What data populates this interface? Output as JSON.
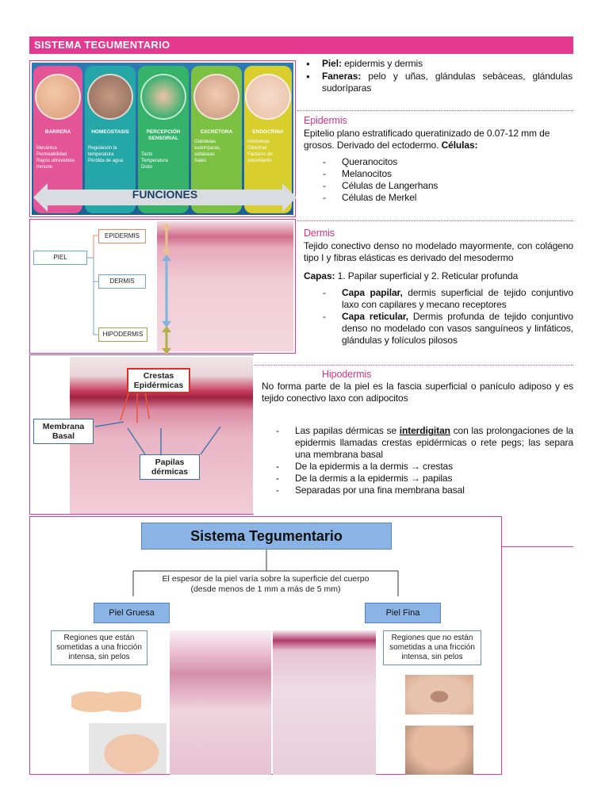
{
  "header": {
    "title": "SISTEMA TEGUMENTARIO"
  },
  "intro": {
    "items": [
      {
        "label": "Piel:",
        "text": " epidermis y dermis"
      },
      {
        "label": "Faneras:",
        "text": " pelo y uñas, glándulas sebáceas, glándulas sudoríparas"
      }
    ]
  },
  "funciones": {
    "label": "FUNCIONES",
    "columns": [
      {
        "title": "BARRERA",
        "lines": [
          "Mecánica",
          "Permeabilidad",
          "Rayos ultravioleta",
          "Inmune"
        ],
        "color": "#e35596"
      },
      {
        "title": "HOMEOSTASIS",
        "lines": [
          "Regulación la temperatura",
          "Pérdida de agua"
        ],
        "color": "#25a7a8"
      },
      {
        "title": "PERCEPCIÓN SENSORIAL",
        "lines": [
          "Tacto",
          "Temperatura",
          "Dolor"
        ],
        "color": "#35b36a"
      },
      {
        "title": "EXCRETORA",
        "lines": [
          "Glándulas sudoríparas, sebáceas",
          "Sales"
        ],
        "color": "#7cc142"
      },
      {
        "title": "ENDOCRINA",
        "lines": [
          "Hormonas",
          "Citocinas",
          "Factores de crecimiento"
        ],
        "color": "#d8cf2f"
      }
    ]
  },
  "epidermis": {
    "title": "Epidermis",
    "text": "Epitelio plano estratificado queratinizado de 0.07-12 mm de grosos. Derivado del ectodermo. ",
    "cells_label": "Células:",
    "cells": [
      "Queranocitos",
      "Melanocitos",
      "Células de Langerhans",
      "Células de Merkel"
    ]
  },
  "layers_diagram": {
    "piel": "PIEL",
    "epidermis": "EPIDERMIS",
    "dermis": "DERMIS",
    "hipodermis": "HIPODERMIS"
  },
  "dermis": {
    "title": "Dermis",
    "text": "Tejido conectivo denso no modelado mayormente, con colágeno tipo I y fibras elásticas es derivado del mesodermo",
    "capas_label": "Capas:",
    "capas_text": " 1. Papilar superficial y 2. Reticular profunda",
    "items": [
      {
        "label": "Capa papilar,",
        "text": " dermis superficial de tejido conjuntivo laxo con capilares y mecano receptores"
      },
      {
        "label": "Capa reticular,",
        "text": " Dermis profunda de tejido conjuntivo denso no modelado con vasos sanguíneos y linfáticos, glándulas y folículos pilosos"
      }
    ]
  },
  "papilas_diagram": {
    "crestas": "Crestas Epidérmicas",
    "membrana": "Membrana Basal",
    "papilas": "Papilas dérmicas"
  },
  "hipodermis": {
    "title": "Hipodermis",
    "text": "No forma parte de la piel es la fascia superficial o panículo adiposo y es tejido conectivo laxo con adipocitos",
    "items": [
      {
        "pre": "Las papilas dérmicas se ",
        "bold": "interdigitan",
        "post": " con las prolongaciones de la epidermis llamadas crestas epidérmicas o rete pegs; las separa una membrana basal"
      },
      {
        "pre": "De la epidermis a la dermis → crestas",
        "bold": "",
        "post": ""
      },
      {
        "pre": "De la dermis a la epidermis → papilas",
        "bold": "",
        "post": ""
      },
      {
        "pre": "Separadas por una fina membrana basal",
        "bold": "",
        "post": ""
      }
    ]
  },
  "bottom_diagram": {
    "title": "Sistema Tegumentario",
    "description_line1": "El espesor de la piel varía sobre la superficie del cuerpo",
    "description_line2": "(desde menos de 1 mm a más de 5 mm)",
    "gruesa": "Piel Gruesa",
    "fina": "Piel Fina",
    "gruesa_desc": "Regiones que están sometidas a una fricción intensa, sin pelos",
    "fina_desc": "Regiones que no están sometidas a una fricción intensa, sin pelos"
  }
}
